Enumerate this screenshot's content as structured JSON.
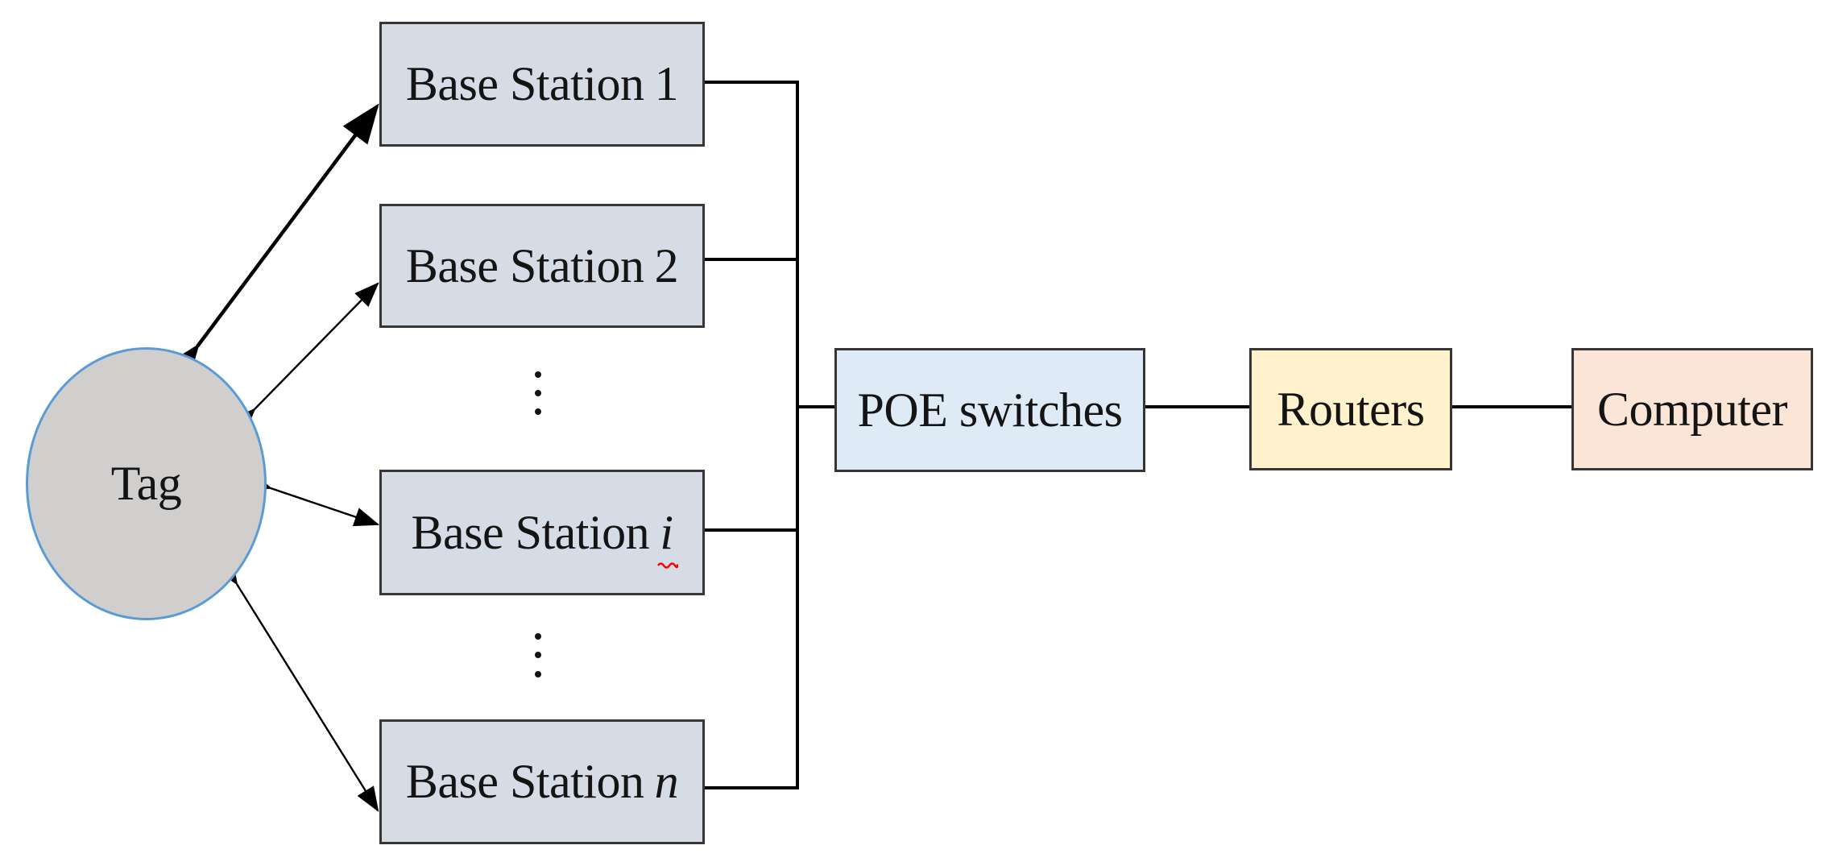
{
  "diagram": {
    "tag": {
      "label": "Tag"
    },
    "base_stations": [
      {
        "prefix": "Base Station",
        "index": "1"
      },
      {
        "prefix": "Base Station",
        "index": "2"
      },
      {
        "prefix": "Base Station",
        "index": "i",
        "spellcheck_marked": true
      },
      {
        "prefix": "Base Station",
        "index": "n"
      }
    ],
    "chain": [
      {
        "label": "POE switches"
      },
      {
        "label": "Routers"
      },
      {
        "label": "Computer"
      }
    ],
    "edges": [
      {
        "from": "Tag",
        "to": "Base Station 1",
        "style": "double-arrow-thick"
      },
      {
        "from": "Tag",
        "to": "Base Station 2",
        "style": "double-arrow"
      },
      {
        "from": "Tag",
        "to": "Base Station i",
        "style": "double-arrow"
      },
      {
        "from": "Tag",
        "to": "Base Station n",
        "style": "double-arrow"
      },
      {
        "from": "Base Station 1",
        "to": "POE switches",
        "style": "line-bus"
      },
      {
        "from": "Base Station 2",
        "to": "POE switches",
        "style": "line-bus"
      },
      {
        "from": "Base Station i",
        "to": "POE switches",
        "style": "line-bus"
      },
      {
        "from": "Base Station n",
        "to": "POE switches",
        "style": "line-bus"
      },
      {
        "from": "POE switches",
        "to": "Routers",
        "style": "line"
      },
      {
        "from": "Routers",
        "to": "Computer",
        "style": "line"
      }
    ],
    "icons": {
      "vertical_ellipsis": "⋮",
      "spellcheck_underline": "red wavy underline"
    },
    "colors": {
      "base_station_fill": "#D6DCE5",
      "poe_fill": "#DEEAF6",
      "routers_fill": "#FFF2CC",
      "computer_fill": "#FBE5D6",
      "tag_fill": "#D1CECE",
      "tag_border": "#5B9BD5",
      "box_border": "#363636",
      "line": "#000000",
      "spellcheck_squiggle": "#FF0000"
    }
  }
}
